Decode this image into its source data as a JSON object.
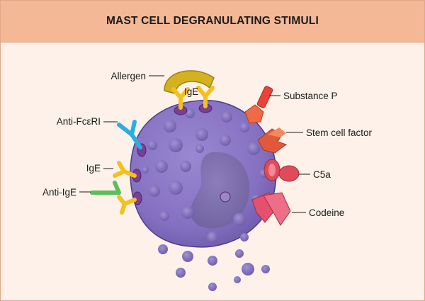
{
  "header": {
    "title": "MAST CELL DEGRANULATING STIMULI"
  },
  "labels": {
    "allergen": "Allergen",
    "ige_top": "IgE",
    "anti_fceri": "Anti-FcεRI",
    "ige_left": "IgE",
    "anti_ige": "Anti-IgE",
    "substance_p": "Substance P",
    "stem_cell_factor": "Stem cell factor",
    "c5a": "C5a",
    "codeine": "Codeine"
  },
  "colors": {
    "header_bg": "#f4b896",
    "panel_bg": "#fdf1e9",
    "cell": "#8c78c6",
    "nucleus": "#7f6fae",
    "antibody_yellow": "#f3c01e",
    "allergen": "#d2b020",
    "anti_fceri": "#2aaee2",
    "anti_ige": "#5cbf5a",
    "substance_p": "#e8443a",
    "stem_cell_factor": "#e0593c",
    "c5a": "#e04b5b",
    "codeine": "#e4506e"
  }
}
